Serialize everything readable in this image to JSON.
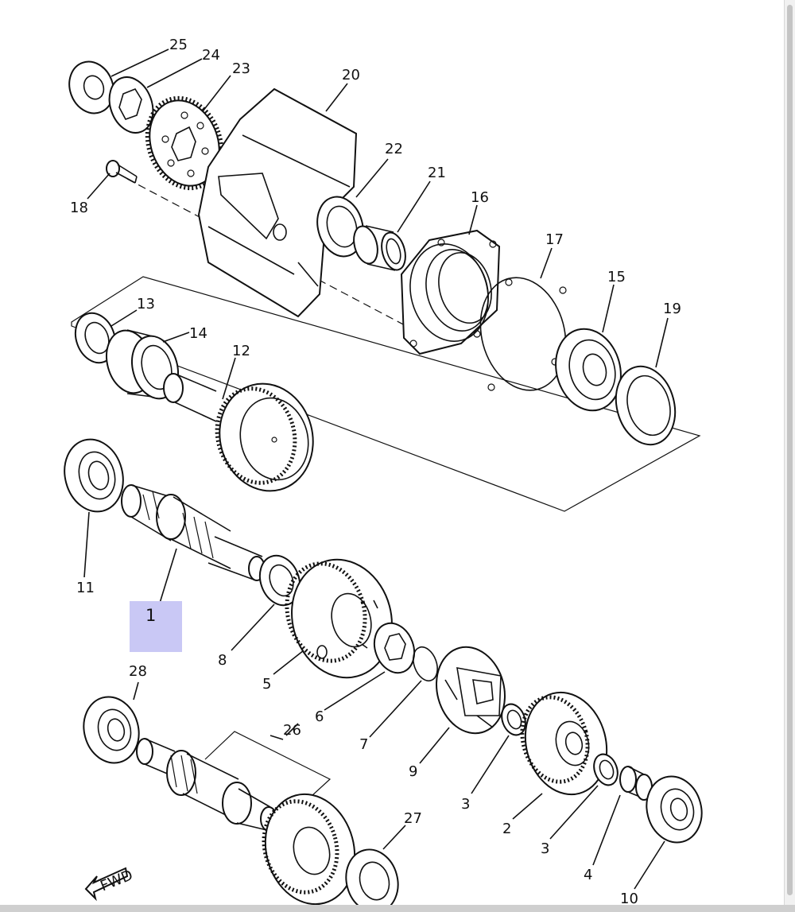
{
  "diagram": {
    "part_labels": [
      {
        "id": "25",
        "text": "25"
      },
      {
        "id": "24",
        "text": "24"
      },
      {
        "id": "23",
        "text": "23"
      },
      {
        "id": "20",
        "text": "20"
      },
      {
        "id": "22",
        "text": "22"
      },
      {
        "id": "21",
        "text": "21"
      },
      {
        "id": "16",
        "text": "16"
      },
      {
        "id": "17",
        "text": "17"
      },
      {
        "id": "15",
        "text": "15"
      },
      {
        "id": "19",
        "text": "19"
      },
      {
        "id": "18",
        "text": "18"
      },
      {
        "id": "13",
        "text": "13"
      },
      {
        "id": "14",
        "text": "14"
      },
      {
        "id": "12",
        "text": "12"
      },
      {
        "id": "11",
        "text": "11"
      },
      {
        "id": "1",
        "text": "1"
      },
      {
        "id": "8",
        "text": "8"
      },
      {
        "id": "5",
        "text": "5"
      },
      {
        "id": "28",
        "text": "28"
      },
      {
        "id": "6",
        "text": "6"
      },
      {
        "id": "7",
        "text": "7"
      },
      {
        "id": "26",
        "text": "26"
      },
      {
        "id": "9",
        "text": "9"
      },
      {
        "id": "3a",
        "text": "3"
      },
      {
        "id": "2",
        "text": "2"
      },
      {
        "id": "3b",
        "text": "3"
      },
      {
        "id": "27",
        "text": "27"
      },
      {
        "id": "4",
        "text": "4"
      },
      {
        "id": "10",
        "text": "10"
      }
    ],
    "selected_part": "1",
    "highlight_color": "#c9c8f5",
    "fwd_label": "FWD"
  }
}
